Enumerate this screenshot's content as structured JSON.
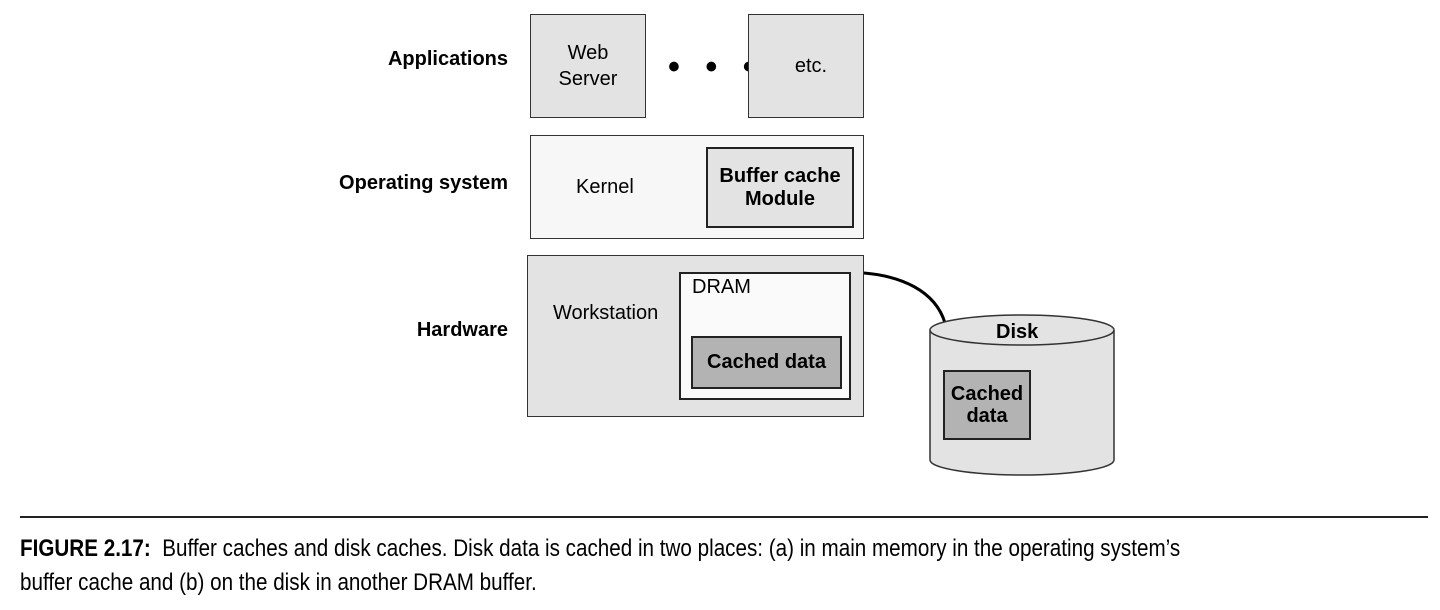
{
  "layers": {
    "applications": "Applications",
    "operating_system": "Operating system",
    "hardware": "Hardware"
  },
  "apps": {
    "web_server_line1": "Web",
    "web_server_line2": "Server",
    "ellipsis": "• • •",
    "etc": "etc."
  },
  "os": {
    "kernel": "Kernel",
    "buffer_cache_line1": "Buffer cache",
    "buffer_cache_line2": "Module"
  },
  "hardware": {
    "workstation": "Workstation",
    "dram": "DRAM",
    "cached_data": "Cached data"
  },
  "disk": {
    "label": "Disk",
    "cached_line1": "Cached",
    "cached_line2": "data"
  },
  "caption": {
    "label": "FIGURE 2.17:",
    "line1": "Buffer caches and disk caches. Disk data is cached in two places: (a) in main memory in the operating system’s",
    "line2": "buffer cache and (b) on the disk in another DRAM buffer."
  },
  "colors": {
    "light_gray_fill": "#e3e3e3",
    "cache_fill": "#b3b3b3",
    "os_fill": "#f7f7f7"
  }
}
